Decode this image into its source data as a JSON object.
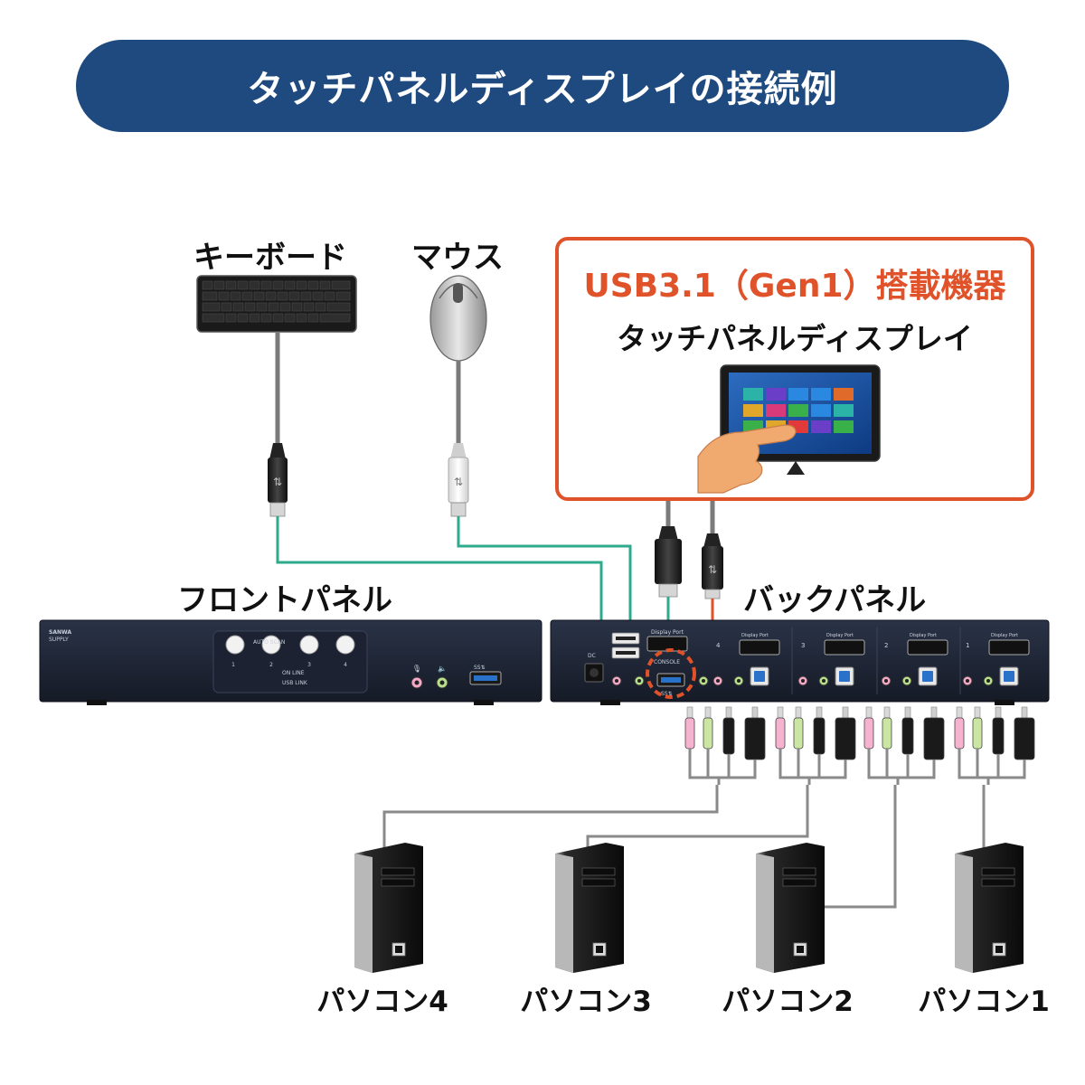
{
  "title": "タッチパネルディスプレイの接続例",
  "labels": {
    "keyboard": "キーボード",
    "mouse": "マウス",
    "front_panel": "フロントパネル",
    "back_panel": "バックパネル"
  },
  "device": {
    "title": "USB3.1（Gen1）搭載機器",
    "name": "タッチパネルディスプレイ"
  },
  "front": {
    "brand": "SANWA",
    "brand_sub": "SUPPLY",
    "buttons": [
      "1",
      "2",
      "3",
      "4"
    ],
    "auto_scan": "AUTO SCAN",
    "on_line": "ON LINE",
    "usb_link": "USB LINK"
  },
  "back": {
    "port_numbers": [
      "4",
      "3",
      "2",
      "1"
    ],
    "display_port": "Display Port",
    "console": "CONSOLE",
    "dc": "DC"
  },
  "pcs": [
    "パソコン4",
    "パソコン3",
    "パソコン2",
    "パソコン1"
  ],
  "colors": {
    "banner": "#1f4a7f",
    "accent": "#e0522a",
    "usb_line": "#2eab8c",
    "cable_line": "#808080"
  }
}
